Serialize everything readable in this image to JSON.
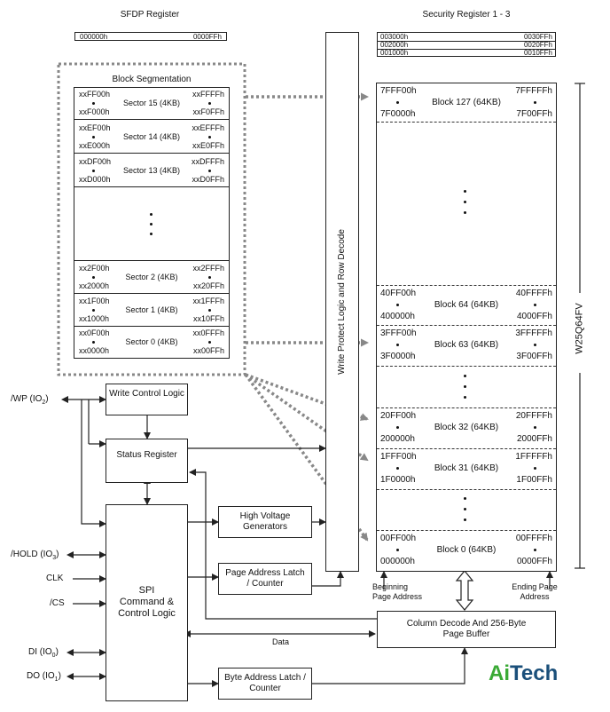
{
  "sfdp": {
    "title": "SFDP Register",
    "start": "000000h",
    "end": "0000FFh"
  },
  "security": {
    "title": "Security Register 1 - 3",
    "rows": [
      {
        "start": "003000h",
        "end": "0030FFh"
      },
      {
        "start": "002000h",
        "end": "0020FFh"
      },
      {
        "start": "001000h",
        "end": "0010FFh"
      }
    ]
  },
  "block_seg": {
    "title": "Block Segmentation",
    "sectors": [
      {
        "name": "Sector 15 (4KB)",
        "tl": "xxFF00h",
        "bl": "xxF000h",
        "tr": "xxFFFFh",
        "br": "xxF0FFh"
      },
      {
        "name": "Sector 14 (4KB)",
        "tl": "xxEF00h",
        "bl": "xxE000h",
        "tr": "xxEFFFh",
        "br": "xxE0FFh"
      },
      {
        "name": "Sector 13 (4KB)",
        "tl": "xxDF00h",
        "bl": "xxD000h",
        "tr": "xxDFFFh",
        "br": "xxD0FFh"
      },
      {
        "name": "Sector 2 (4KB)",
        "tl": "xx2F00h",
        "bl": "xx2000h",
        "tr": "xx2FFFh",
        "br": "xx20FFh"
      },
      {
        "name": "Sector 1 (4KB)",
        "tl": "xx1F00h",
        "bl": "xx1000h",
        "tr": "xx1FFFh",
        "br": "xx10FFh"
      },
      {
        "name": "Sector 0 (4KB)",
        "tl": "xx0F00h",
        "bl": "xx0000h",
        "tr": "xx0FFFh",
        "br": "xx00FFh"
      }
    ]
  },
  "blocks": [
    {
      "name": "Block 127 (64KB)",
      "tl": "7FFF00h",
      "bl": "7F0000h",
      "tr": "7FFFFFh",
      "br": "7F00FFh"
    },
    {
      "name": "Block 64 (64KB)",
      "tl": "40FF00h",
      "bl": "400000h",
      "tr": "40FFFFh",
      "br": "4000FFh"
    },
    {
      "name": "Block 63 (64KB)",
      "tl": "3FFF00h",
      "bl": "3F0000h",
      "tr": "3FFFFFh",
      "br": "3F00FFh"
    },
    {
      "name": "Block 32 (64KB)",
      "tl": "20FF00h",
      "bl": "200000h",
      "tr": "20FFFFh",
      "br": "2000FFh"
    },
    {
      "name": "Block 31 (64KB)",
      "tl": "1FFF00h",
      "bl": "1F0000h",
      "tr": "1FFFFFh",
      "br": "1F00FFh"
    },
    {
      "name": "Block 0 (64KB)",
      "tl": "00FF00h",
      "bl": "000000h",
      "tr": "00FFFFh",
      "br": "0000FFh"
    }
  ],
  "write_protect": "Write Protect Logic and Row Decode",
  "chip": "W25Q64FV",
  "write_control": "Write Control Logic",
  "status_register": "Status Register",
  "hv_gen": "High Voltage Generators",
  "page_addr": "Page Address Latch / Counter",
  "spi": "SPI Command & Control Logic",
  "column_decode": "Column Decode And 256-Byte Page Buffer",
  "byte_addr": "Byte Address Latch / Counter",
  "beginning_page": "Beginning Page Address",
  "ending_page": "Ending Page Address",
  "data_label": "Data",
  "pins": {
    "wp": "/WP (IO",
    "wp_sub": "2",
    "hold": "/HOLD (IO",
    "hold_sub": "3",
    "clk": "CLK",
    "cs": "/CS",
    "di": "DI (IO",
    "di_sub": "0",
    "do": "DO (IO",
    "do_sub": "1",
    "close": ")"
  },
  "watermark": {
    "a": "Ai",
    "b": "Tech",
    "color_a": "#3aaa35",
    "color_b": "#1a4f7a"
  }
}
